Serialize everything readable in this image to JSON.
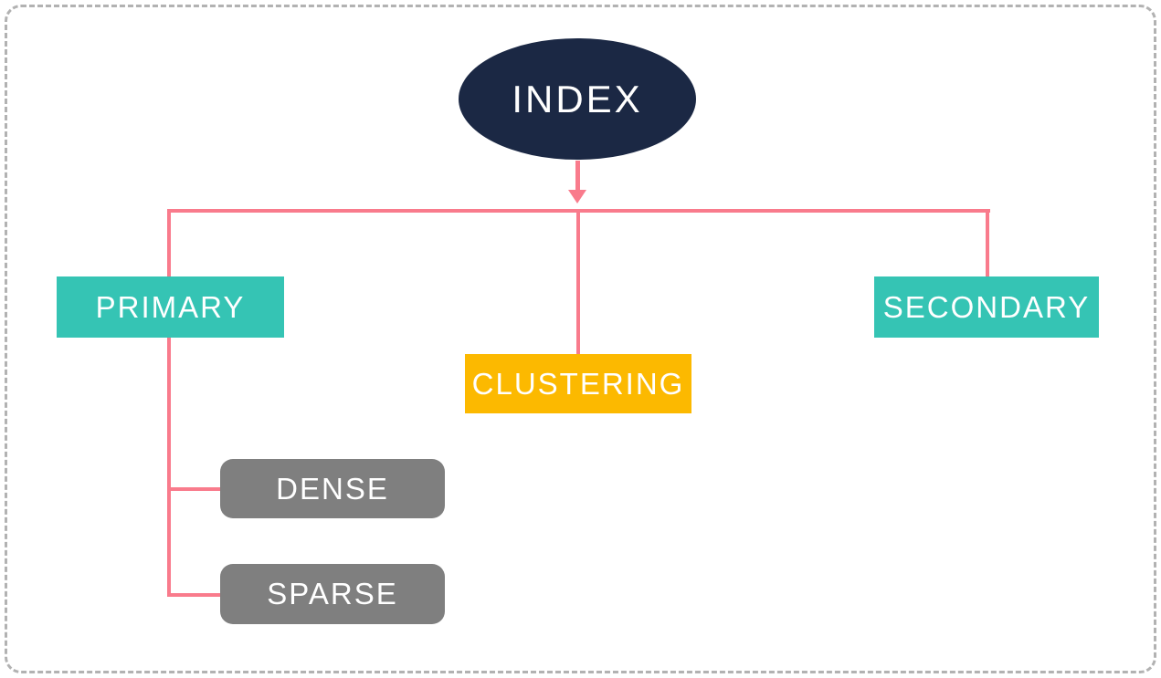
{
  "diagram": {
    "root": {
      "label": "INDEX"
    },
    "level1": [
      {
        "label": "PRIMARY"
      },
      {
        "label": "CLUSTERING"
      },
      {
        "label": "SECONDARY"
      }
    ],
    "primary_children": [
      {
        "label": "DENSE"
      },
      {
        "label": "SPARSE"
      }
    ],
    "colors": {
      "root_fill": "#1b2844",
      "teal_fill": "#35c4b4",
      "yellow_fill": "#fcb900",
      "gray_fill": "#7f7f7f",
      "connector": "#f97b8c",
      "border_dashed": "#b2b2b2",
      "label_text": "#ffffff",
      "background": "#ffffff"
    }
  }
}
